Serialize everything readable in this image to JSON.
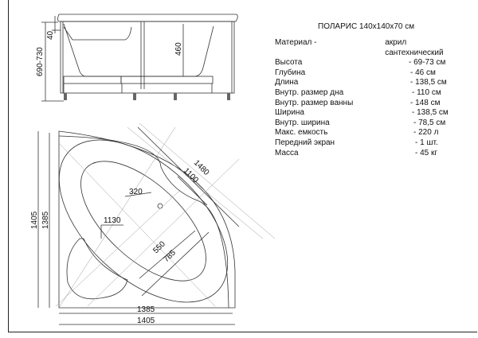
{
  "title": "ПОЛАРИС 140x140x70 см",
  "specs": [
    {
      "label": "Материал -",
      "value": "акрил сантехнический"
    },
    {
      "label": "Высота",
      "value": "- 69-73 см"
    },
    {
      "label": "Глубина",
      "value": "- 46 см"
    },
    {
      "label": "Длина",
      "value": "- 138,5 см"
    },
    {
      "label": "Внутр. размер дна",
      "value": "- 110 см"
    },
    {
      "label": "Внутр. размер ванны",
      "value": "- 148 см"
    },
    {
      "label": "Ширина",
      "value": "- 138,5 см"
    },
    {
      "label": "Внутр. ширина",
      "value": "- 78,5 см"
    },
    {
      "label": "Макс. емкость",
      "value": "- 220 л"
    },
    {
      "label": "Передний экран",
      "value": "- 1 шт."
    },
    {
      "label": "Масса",
      "value": "- 45 кг"
    }
  ],
  "side_view": {
    "dim_height": "690-730",
    "dim_rim": "40",
    "dim_depth": "460"
  },
  "plan_view": {
    "dim_left_outer": "1405",
    "dim_left_inner": "1385",
    "dim_bottom_inner": "1385",
    "dim_bottom_outer": "1405",
    "dim_diag_outer": "1480",
    "dim_diag_inner": "1100",
    "dim_drain": "320",
    "dim_seat": "1130",
    "dim_width_inner": "550",
    "dim_width_outer": "785"
  }
}
